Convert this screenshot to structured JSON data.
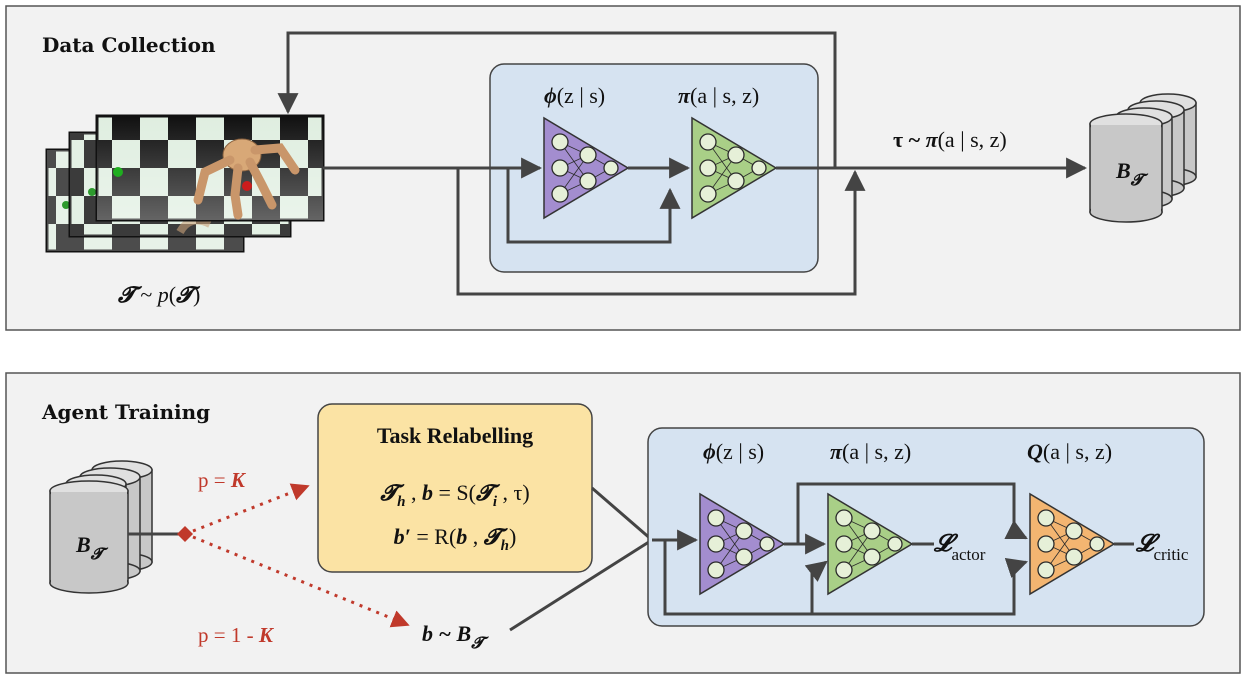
{
  "sections": {
    "data_collection": {
      "title": "Data Collection"
    },
    "agent_training": {
      "title": "Agent Training"
    }
  },
  "data_collection": {
    "task_label": {
      "sym": "𝓣",
      "rest": " ~ ",
      "p": "p",
      "open": "(",
      "sym2": "𝓣",
      "close": ")"
    },
    "encoder_label": {
      "fn": "ϕ",
      "args": "(z | s)"
    },
    "policy_label": {
      "fn": "π",
      "args": "(a | s, z)"
    },
    "trajectory_label": {
      "tau": "τ ~ ",
      "fn": "π",
      "args": "(a | s, z)"
    },
    "buffer_label": {
      "base": "B",
      "sub": "𝓣"
    }
  },
  "agent_training": {
    "buffer_label": {
      "base": "B",
      "sub": "𝓣"
    },
    "prob_k": {
      "prefix": "p = ",
      "k": "K"
    },
    "prob_1mk": {
      "prefix": "p = 1 - ",
      "k": "K"
    },
    "relabel": {
      "title": "Task Relabelling",
      "line1": {
        "t": "𝓣",
        "h": "h",
        "comma": " , ",
        "b": "b",
        "eq": " = S(",
        "t2": "𝓣",
        "i": "i",
        "rest": " , τ)"
      },
      "line2": {
        "b": "b′",
        "eq": " = R(",
        "b2": "b",
        "sep": " , ",
        "t": "𝓣",
        "h": "h",
        "close": ")"
      }
    },
    "sample_label": {
      "b": "b",
      "rest": " ~ B",
      "sub": "𝓣"
    },
    "encoder_label": {
      "fn": "ϕ",
      "args": "(z | s)"
    },
    "policy_label": {
      "fn": "π",
      "args": "(a | s, z)"
    },
    "critic_label": {
      "fn": "Q",
      "args": "(a | s, z)"
    },
    "loss_actor": {
      "sym": "𝓛",
      "sub": "actor"
    },
    "loss_critic": {
      "sym": "𝓛",
      "sub": "critic"
    }
  },
  "colors": {
    "panel_bg": "#f2f2f2",
    "inner_bg": "#d6e3f1",
    "relabel_bg": "#fbe3a4",
    "encoder": "#a38dcf",
    "policy": "#a9cf87",
    "critic": "#f3b571",
    "accent_red": "#c0392b"
  }
}
